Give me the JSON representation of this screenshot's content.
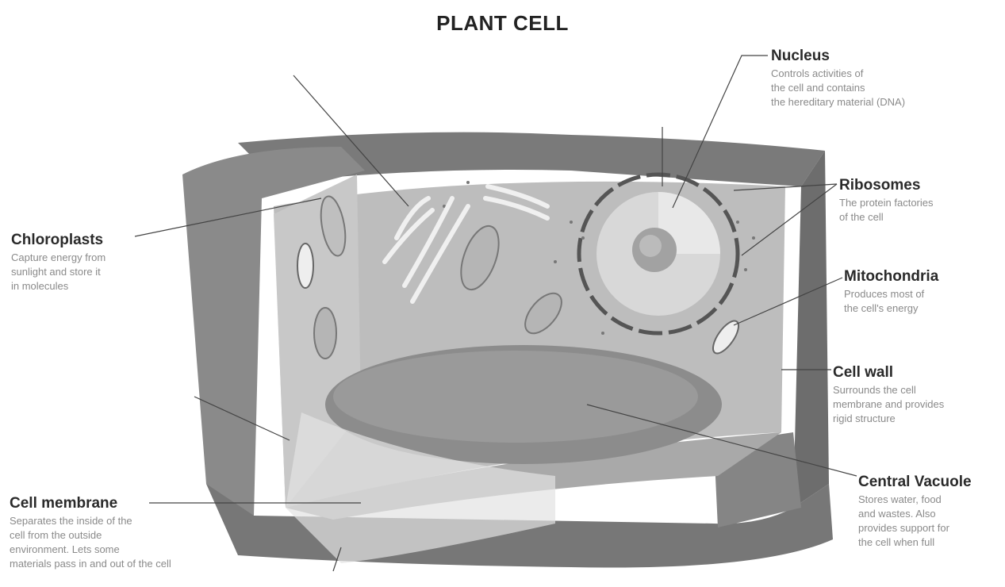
{
  "title": "PLANT CELL",
  "labels": {
    "nucleus": {
      "name": "Nucleus",
      "desc": [
        "Controls activities of",
        "the cell and contains",
        "the hereditary material (DNA)"
      ]
    },
    "ribosomes": {
      "name": "Ribosomes",
      "desc": [
        "The protein factories",
        "of the cell"
      ]
    },
    "chloroplasts": {
      "name": "Chloroplasts",
      "desc": [
        "Capture energy from",
        "sunlight and store it",
        "in molecules"
      ]
    },
    "mitochondria": {
      "name": "Mitochondria",
      "desc": [
        "Produces most of",
        "the cell's energy"
      ]
    },
    "cell_wall": {
      "name": "Cell wall",
      "desc": [
        "Surrounds the cell",
        "membrane and provides",
        "rigid structure"
      ]
    },
    "cell_membrane": {
      "name": "Cell membrane",
      "desc": [
        "Separates the inside of the",
        "cell from the outside",
        "environment. Lets some",
        "materials pass in and out of the cell"
      ]
    },
    "central_vacuole": {
      "name": "Central Vacuole",
      "desc": [
        "Stores water, food",
        "and wastes. Also",
        "provides support for",
        "the cell when full"
      ]
    }
  }
}
